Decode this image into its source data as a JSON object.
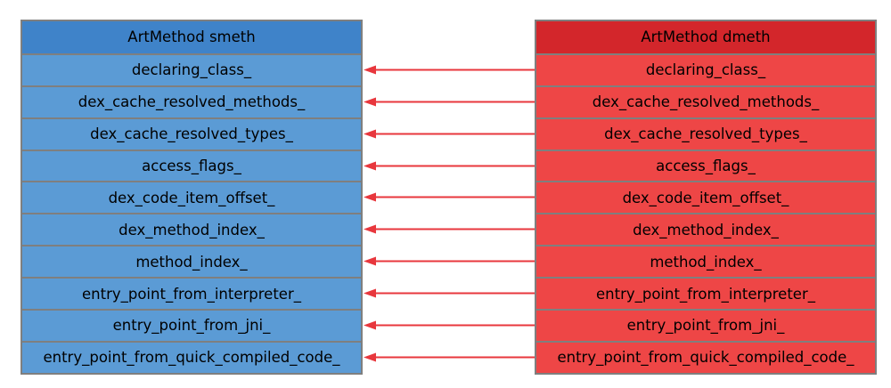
{
  "left": {
    "title": "ArtMethod smeth",
    "color": "#5b9bd5",
    "header_color": "#3f83c9"
  },
  "right": {
    "title": "ArtMethod dmeth",
    "color": "#ee4646",
    "header_color": "#d3262b"
  },
  "fields": [
    "declaring_class_",
    "dex_cache_resolved_methods_",
    "dex_cache_resolved_types_",
    "access_flags_",
    "dex_code_item_offset_",
    "dex_method_index_",
    "method_index_",
    "entry_point_from_interpreter_",
    "entry_point_from_jni_",
    "entry_point_from_quick_compiled_code_"
  ],
  "arrow_color": "#e8373d"
}
